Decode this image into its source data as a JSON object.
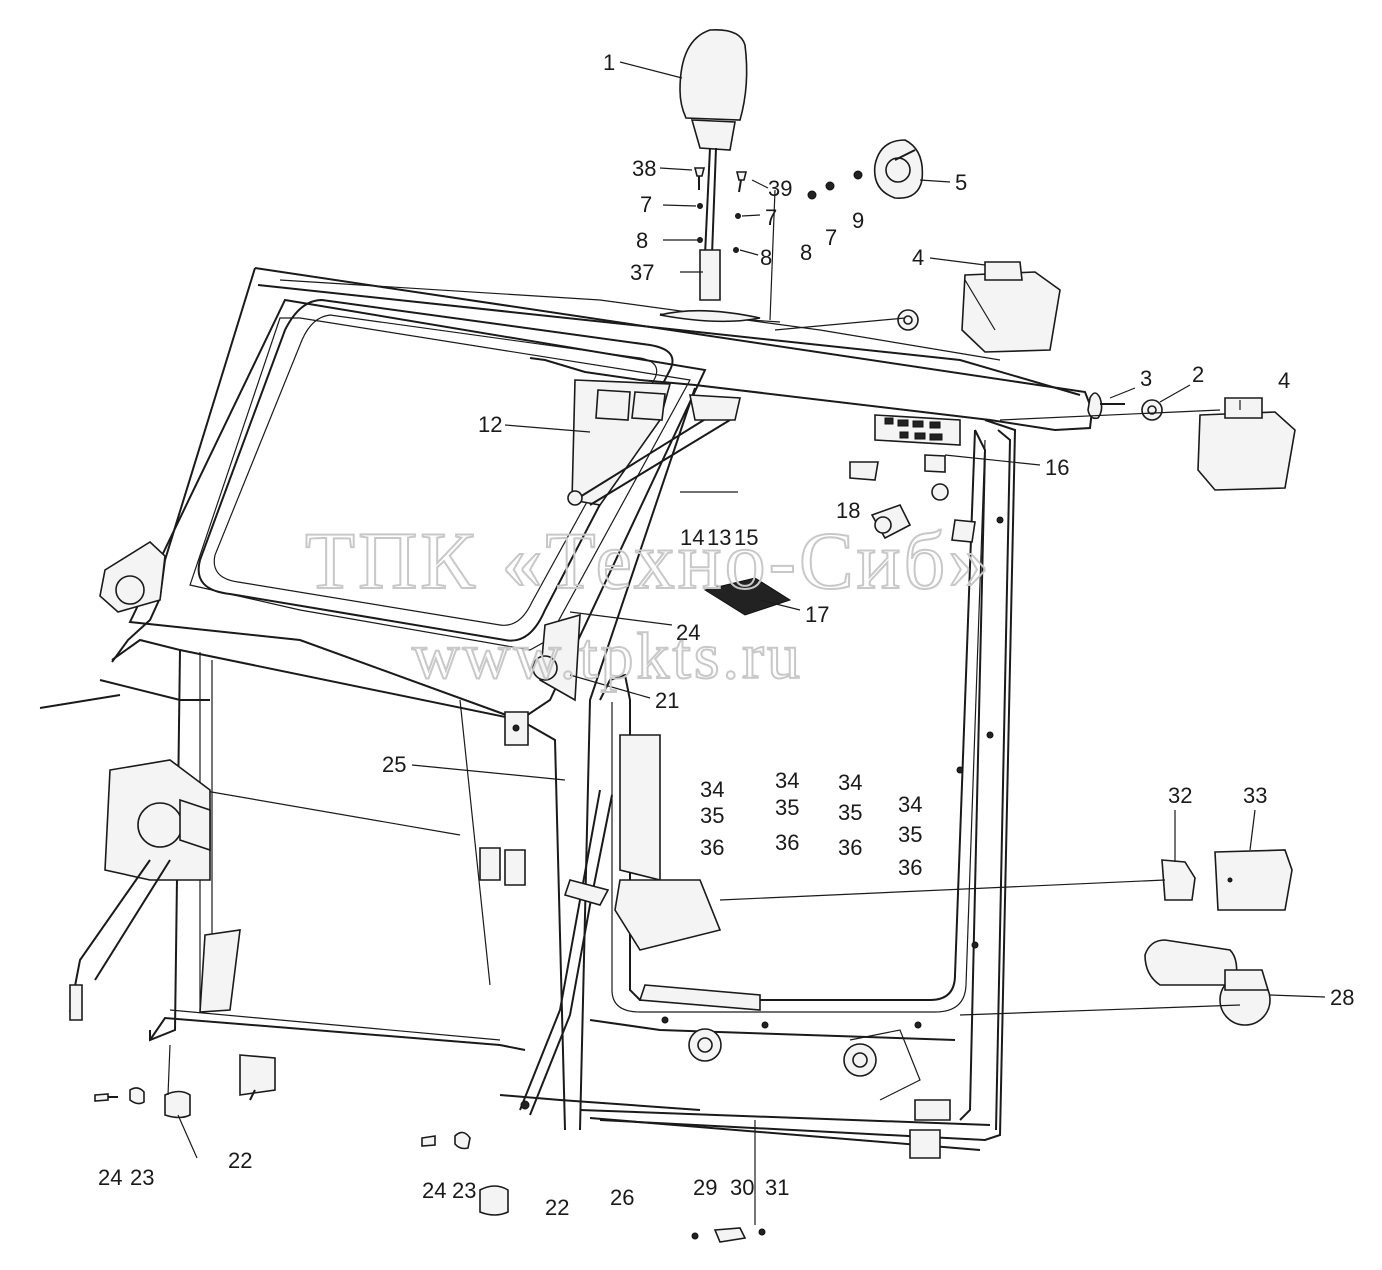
{
  "watermark": {
    "line1": "ТПК «Техно-Сиб»",
    "line2": "www.tpkts.ru"
  },
  "callouts": [
    {
      "id": "c1",
      "text": "1"
    },
    {
      "id": "c38",
      "text": "38"
    },
    {
      "id": "c39",
      "text": "39"
    },
    {
      "id": "c7a",
      "text": "7"
    },
    {
      "id": "c7b",
      "text": "7"
    },
    {
      "id": "c8a",
      "text": "8"
    },
    {
      "id": "c8b",
      "text": "8"
    },
    {
      "id": "c37",
      "text": "37"
    },
    {
      "id": "c5",
      "text": "5"
    },
    {
      "id": "c8c",
      "text": "8"
    },
    {
      "id": "c7c",
      "text": "7"
    },
    {
      "id": "c9",
      "text": "9"
    },
    {
      "id": "c4a",
      "text": "4"
    },
    {
      "id": "c3",
      "text": "3"
    },
    {
      "id": "c2",
      "text": "2"
    },
    {
      "id": "c4b",
      "text": "4"
    },
    {
      "id": "c12",
      "text": "12"
    },
    {
      "id": "c16",
      "text": "16"
    },
    {
      "id": "c18",
      "text": "18"
    },
    {
      "id": "c14",
      "text": "14"
    },
    {
      "id": "c13",
      "text": "13"
    },
    {
      "id": "c15",
      "text": "15"
    },
    {
      "id": "c17",
      "text": "17"
    },
    {
      "id": "c24a",
      "text": "24"
    },
    {
      "id": "c21",
      "text": "21"
    },
    {
      "id": "c25",
      "text": "25"
    },
    {
      "id": "c34a",
      "text": "34"
    },
    {
      "id": "c35a",
      "text": "35"
    },
    {
      "id": "c36a",
      "text": "36"
    },
    {
      "id": "c34b",
      "text": "34"
    },
    {
      "id": "c35b",
      "text": "35"
    },
    {
      "id": "c36b",
      "text": "36"
    },
    {
      "id": "c34c",
      "text": "34"
    },
    {
      "id": "c35c",
      "text": "35"
    },
    {
      "id": "c36c",
      "text": "36"
    },
    {
      "id": "c34d",
      "text": "34"
    },
    {
      "id": "c35d",
      "text": "35"
    },
    {
      "id": "c36d",
      "text": "36"
    },
    {
      "id": "c32",
      "text": "32"
    },
    {
      "id": "c33",
      "text": "33"
    },
    {
      "id": "c28",
      "text": "28"
    },
    {
      "id": "c24b",
      "text": "24"
    },
    {
      "id": "c23a",
      "text": "23"
    },
    {
      "id": "c22a",
      "text": "22"
    },
    {
      "id": "c24c",
      "text": "24"
    },
    {
      "id": "c23b",
      "text": "23"
    },
    {
      "id": "c22b",
      "text": "22"
    },
    {
      "id": "c26",
      "text": "26"
    },
    {
      "id": "c29",
      "text": "29"
    },
    {
      "id": "c30",
      "text": "30"
    },
    {
      "id": "c31",
      "text": "31"
    }
  ],
  "colors": {
    "line": "#1a1a1a",
    "watermark": "#c8c8c8",
    "background": "#ffffff"
  }
}
